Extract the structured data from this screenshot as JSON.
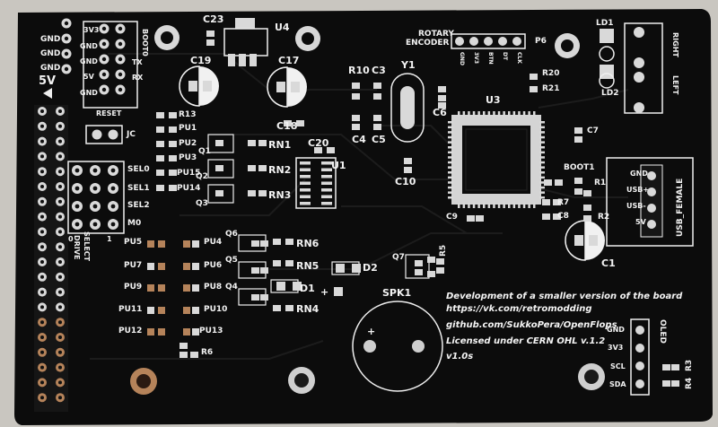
{
  "board": {
    "title_note": "Development of a smaller version of the board",
    "url_vk": "https://vk.com/retromodding",
    "url_github": "github.com/SukkoPera/OpenFlops",
    "license": "Licensed under CERN OHL v.1.2",
    "version": "v1.0s"
  },
  "labels": {
    "gnd1": "GND",
    "gnd2": "GND",
    "gnd3": "GND",
    "v5a": "5V",
    "v3v3": "3V3",
    "gnd4": "GND",
    "gnd5": "GND",
    "v5b": "5V",
    "gnd6": "GND",
    "boot0": "BOOT0",
    "tx": "TX",
    "rx": "RX",
    "reset": "RESET",
    "c23": "C23",
    "u4": "U4",
    "c19": "C19",
    "c17": "C17",
    "rotary": "ROTARY",
    "encoder": "ENCODER",
    "p6": "P6",
    "enc_pins": [
      "GND",
      "3V3",
      "BTN",
      "DT",
      "CLK"
    ],
    "ld1": "LD1",
    "ld2": "LD2",
    "right": "RIGHT",
    "left": "LEFT",
    "r10": "R10",
    "c3": "C3",
    "y1": "Y1",
    "r20": "R20",
    "r21": "R21",
    "c4": "C4",
    "c5": "C5",
    "c6": "C6",
    "u3": "U3",
    "c7": "C7",
    "r13": "R13",
    "pu1": "PU1",
    "pu2": "PU2",
    "pu3": "PU3",
    "pu15": "PU15",
    "pu14": "PU14",
    "jc": "JC",
    "q1": "Q1",
    "q2": "Q2",
    "q3": "Q3",
    "rn1": "RN1",
    "rn2": "RN2",
    "rn3": "RN3",
    "c18": "C18",
    "c20": "C20",
    "u1": "U1",
    "c10": "C10",
    "c9": "C9",
    "c8": "C8",
    "r7": "R7",
    "boot1": "BOOT1",
    "r1": "R1",
    "r2": "R2",
    "c1": "C1",
    "sel0": "SEL0",
    "sel1": "SEL1",
    "sel2": "SEL2",
    "m0": "M0",
    "drive": "DRIVE",
    "select": "SELECT",
    "zero": "0",
    "one": "1",
    "usb_gnd": "GND",
    "usb_dp": "USB+",
    "usb_dm": "USB-",
    "usb_5v": "5V",
    "usb_female": "USB_FEMALE",
    "pu5": "PU5",
    "pu4": "PU4",
    "pu7": "PU7",
    "pu6": "PU6",
    "pu9": "PU9",
    "pu8": "PU8",
    "pu11": "PU11",
    "pu10": "PU10",
    "pu12": "PU12",
    "pu13": "PU13",
    "r6": "R6",
    "q6": "Q6",
    "q5": "Q5",
    "q4": "Q4",
    "rn6": "RN6",
    "rn5": "RN5",
    "rn4": "RN4",
    "d2": "D2",
    "d1": "D1",
    "q7": "Q7",
    "r5": "R5",
    "plus1": "+",
    "spk1": "SPK1",
    "plus2": "+",
    "oled": "OLED",
    "o_gnd": "GND",
    "o_3v3": "3V3",
    "o_scl": "SCL",
    "o_sda": "SDA",
    "r4": "R4",
    "r3": "R3"
  },
  "colors": {
    "board": "#0c0c0c",
    "silk": "#f2f2f2",
    "pad": "#d9d9d9",
    "copper": "#b5835a",
    "background": "#c9c6c0"
  }
}
